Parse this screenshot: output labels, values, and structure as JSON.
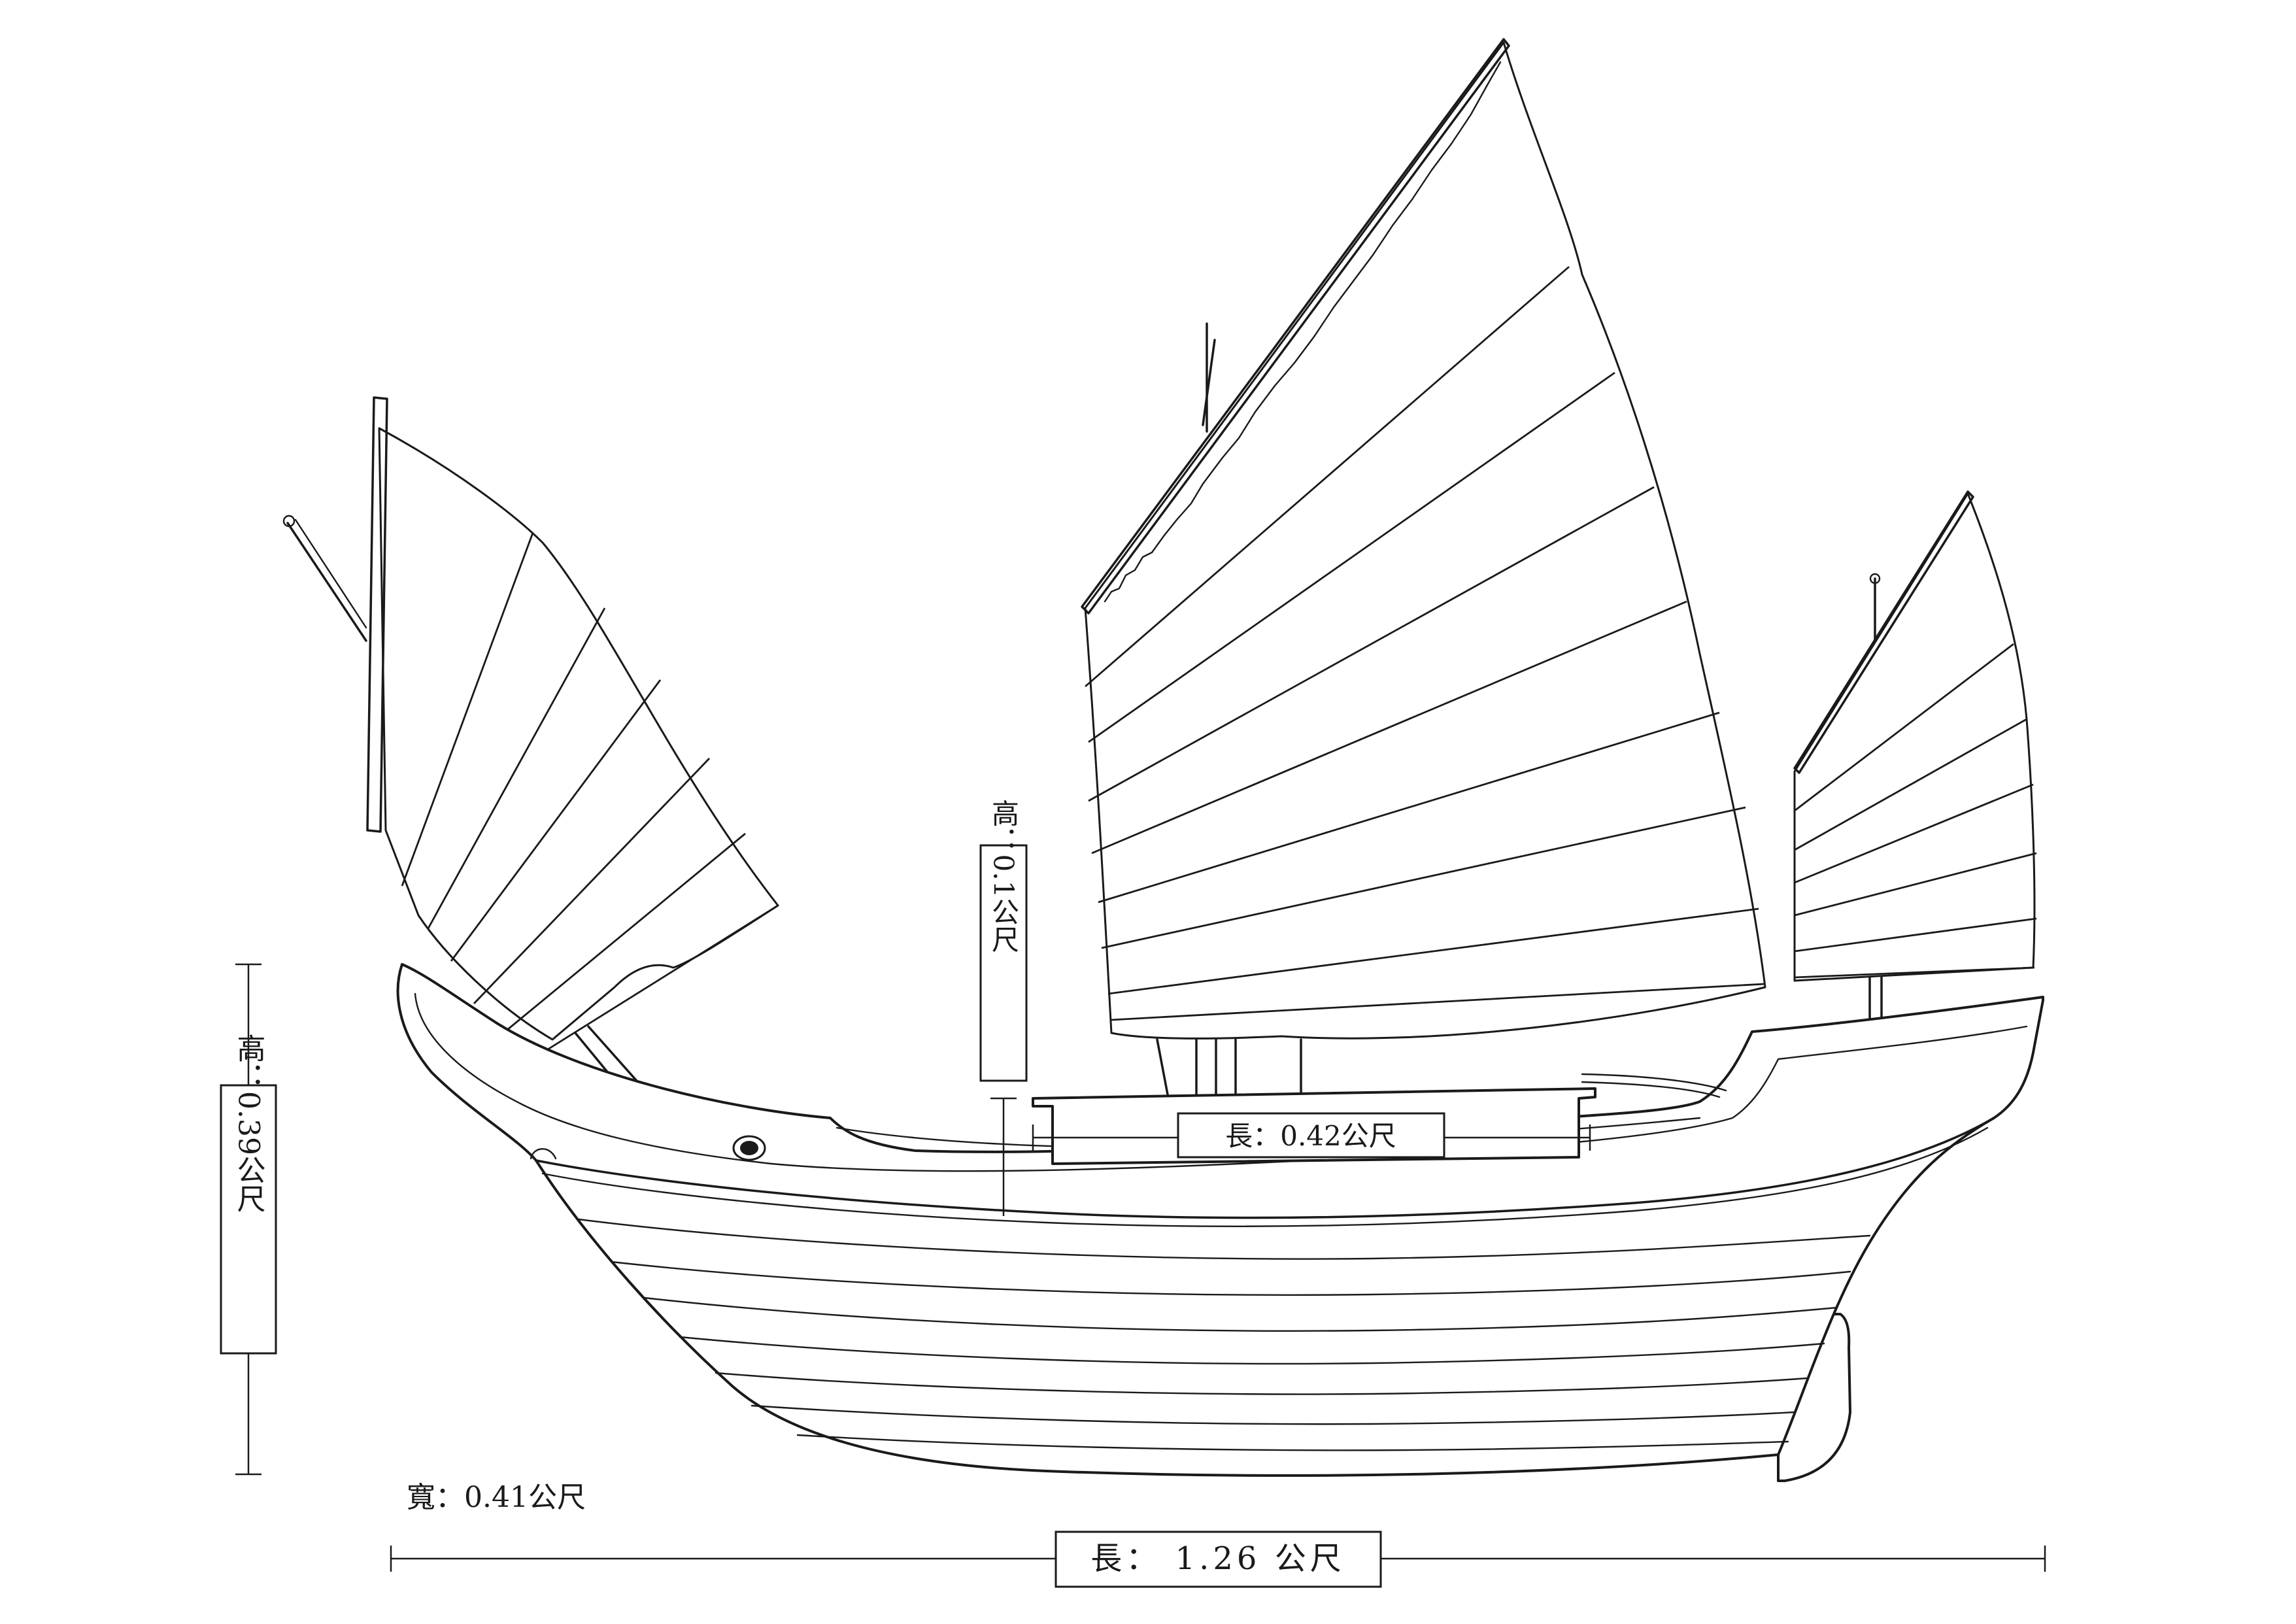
{
  "dimensions": {
    "overall_length": "長： 1.26 公尺",
    "overall_height": "高：0.39公尺",
    "width": "寬：0.41公尺",
    "cabin_length": "長：0.42公尺",
    "cabin_height": "高：0.1公尺"
  }
}
